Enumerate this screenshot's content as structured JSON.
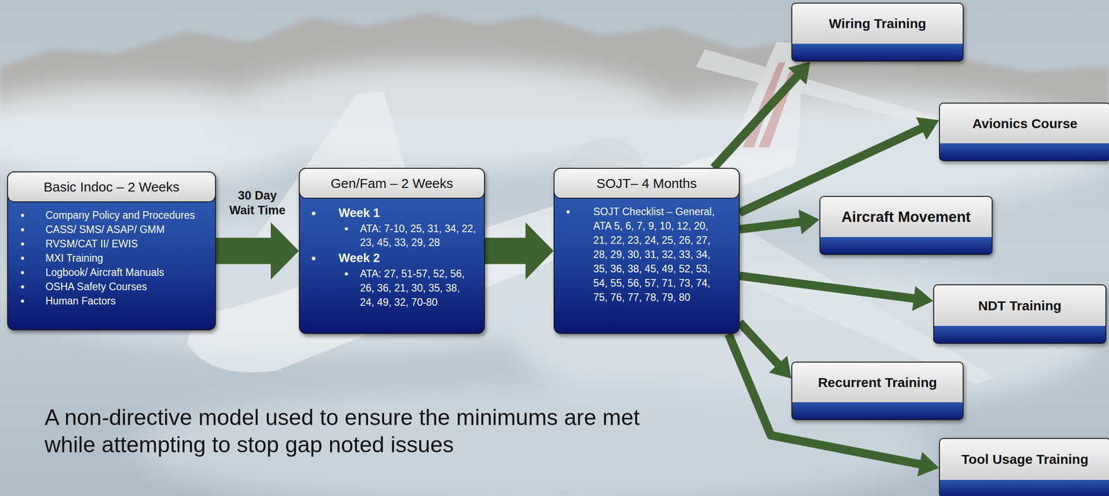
{
  "diagram": {
    "caption": "A non-directive model used to ensure the minimums are met while attempting to stop gap noted issues",
    "nodes": [
      {
        "text": [
          "Basic Indoc – 2 Weeks",
          "Company Policy and Procedures",
          "CASS/ SMS/ ASAP/ GMM",
          "RVSM/CAT II/ EWIS",
          "MXI Training",
          "Logbook/ Aircraft Manuals",
          "OSHA Safety Courses",
          "Human Factors"
        ]
      },
      {
        "text": [
          "Gen/Fam – 2 Weeks",
          "Week 1",
          "ATA: 7-10, 25, 31, 34, 22, 23, 45, 33, 29, 28",
          "Week 2",
          "ATA: 27, 51-57, 52, 56, 26, 36, 21, 30, 35, 38, 24, 49, 32, 70-80"
        ]
      },
      {
        "text": [
          "SOJT– 4 Months",
          "SOJT Checklist – General, ATA 5, 6, 7, 9, 10, 12, 20, 21, 22, 23, 24, 25, 26, 27, 28, 29, 30, 31, 32, 33, 34, 35, 36, 38, 45, 49, 52, 53, 54, 55, 56, 57, 71, 73, 74, 75, 76, 77, 78, 79, 80"
        ]
      },
      {
        "text": [
          "Wiring Training"
        ]
      },
      {
        "text": [
          "Avionics Course"
        ]
      },
      {
        "text": [
          "Aircraft Movement"
        ]
      },
      {
        "text": [
          "NDT Training"
        ]
      },
      {
        "text": [
          "Recurrent Training"
        ]
      },
      {
        "text": [
          "Tool Usage Training"
        ]
      }
    ],
    "edges": [
      {
        "from": 0,
        "to": 1,
        "arrow": "to",
        "label": "30 Day Wait Time"
      },
      {
        "from": 1,
        "to": 2,
        "arrow": "to"
      },
      {
        "from": 2,
        "to": 3,
        "arrow": "to"
      },
      {
        "from": 2,
        "to": 4,
        "arrow": "to"
      },
      {
        "from": 2,
        "to": 5,
        "arrow": "to"
      },
      {
        "from": 2,
        "to": 6,
        "arrow": "to"
      },
      {
        "from": 2,
        "to": 7,
        "arrow": "to"
      },
      {
        "from": 2,
        "to": 8,
        "arrow": "to"
      }
    ]
  }
}
